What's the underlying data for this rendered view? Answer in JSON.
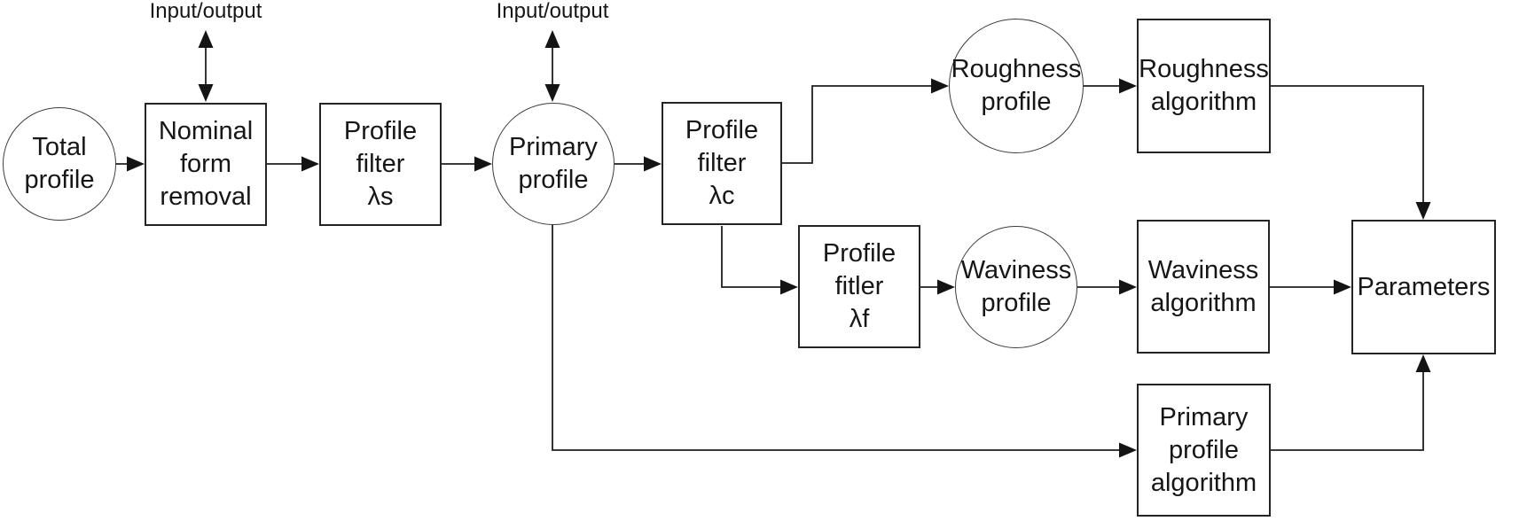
{
  "diagram": {
    "title_semantic": "Profile filtering flow diagram",
    "background_color": "#ffffff",
    "stroke_color": "#1f1f1f",
    "text_color": "#161616",
    "io_labels": {
      "left": "Input/output",
      "right": "Input/output"
    },
    "nodes": {
      "total_profile": {
        "label": "Total\nprofile",
        "shape": "circle"
      },
      "nominal_form_removal": {
        "label": "Nominal\nform\nremoval",
        "shape": "rect"
      },
      "profile_filter_lambda_s": {
        "label": "Profile\nfilter\nλs",
        "shape": "rect"
      },
      "primary_profile": {
        "label": "Primary\nprofile",
        "shape": "circle"
      },
      "profile_filter_lambda_c": {
        "label": "Profile\nfilter\nλc",
        "shape": "rect"
      },
      "profile_fitler_lambda_f": {
        "label": "Profile\nfitler\nλf",
        "shape": "rect"
      },
      "roughness_profile": {
        "label": "Roughness\nprofile",
        "shape": "circle"
      },
      "roughness_algorithm": {
        "label": "Roughness\nalgorithm",
        "shape": "rect"
      },
      "waviness_profile": {
        "label": "Waviness\nprofile",
        "shape": "circle"
      },
      "waviness_algorithm": {
        "label": "Waviness\nalgorithm",
        "shape": "rect"
      },
      "primary_profile_algorithm": {
        "label": "Primary\nprofile\nalgorithm",
        "shape": "rect"
      },
      "parameters": {
        "label": "Parameters",
        "shape": "rect"
      }
    },
    "edges": [
      {
        "from": "total_profile",
        "to": "nominal_form_removal",
        "bidirectional": false
      },
      {
        "from": "io_label_left",
        "to": "nominal_form_removal",
        "bidirectional": true
      },
      {
        "from": "nominal_form_removal",
        "to": "profile_filter_lambda_s",
        "bidirectional": false
      },
      {
        "from": "profile_filter_lambda_s",
        "to": "primary_profile",
        "bidirectional": false
      },
      {
        "from": "io_label_right",
        "to": "primary_profile",
        "bidirectional": true
      },
      {
        "from": "primary_profile",
        "to": "profile_filter_lambda_c",
        "bidirectional": false
      },
      {
        "from": "profile_filter_lambda_c",
        "to": "roughness_profile",
        "bidirectional": false
      },
      {
        "from": "roughness_profile",
        "to": "roughness_algorithm",
        "bidirectional": false
      },
      {
        "from": "roughness_algorithm",
        "to": "parameters",
        "bidirectional": false
      },
      {
        "from": "profile_filter_lambda_c",
        "to": "profile_fitler_lambda_f",
        "bidirectional": false
      },
      {
        "from": "profile_fitler_lambda_f",
        "to": "waviness_profile",
        "bidirectional": false
      },
      {
        "from": "waviness_profile",
        "to": "waviness_algorithm",
        "bidirectional": false
      },
      {
        "from": "waviness_algorithm",
        "to": "parameters",
        "bidirectional": false
      },
      {
        "from": "primary_profile",
        "to": "primary_profile_algorithm",
        "bidirectional": false
      },
      {
        "from": "primary_profile_algorithm",
        "to": "parameters",
        "bidirectional": false
      }
    ]
  }
}
